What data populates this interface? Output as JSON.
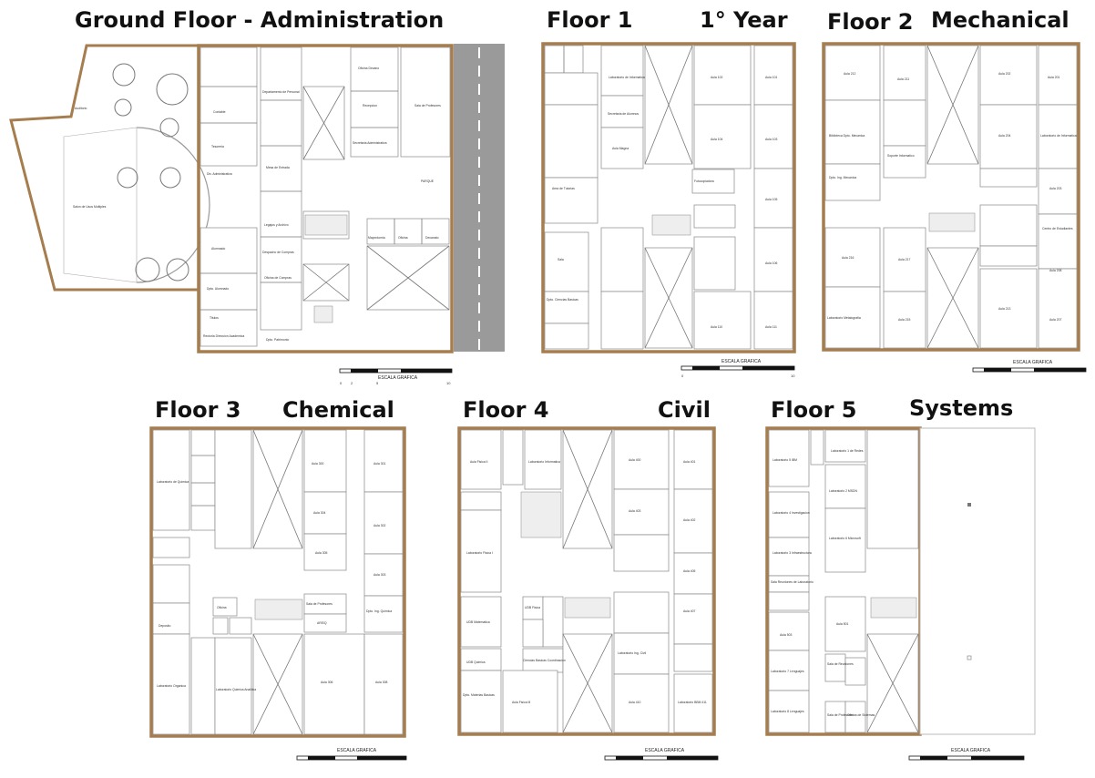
{
  "titles": {
    "ground": "Ground Floor  - Administration",
    "f1_floor": "Floor 1",
    "f1_year": "1° Year",
    "f2": "Floor 2",
    "f2_dept": "Mechanical",
    "f3": "Floor 3",
    "f3_dept": "Chemical",
    "f4": "Floor 4",
    "f4_dept": "Civil",
    "f5": "Floor 5",
    "f5_dept": "Systems"
  },
  "scale_label": "ESCALA GRAFICA",
  "scale_ticks": [
    "0",
    "2",
    "5",
    "10"
  ],
  "colors": {
    "wall": "#a57d4e",
    "road": "#9a9a9a",
    "title": "#111111"
  },
  "ground_rooms": [
    "Salon de Usos Multiples",
    "Auditorio",
    "Contable",
    "Tesoreria",
    "Div. Administrativa",
    "Alumnado",
    "Dpto. Alumnado",
    "Titulos",
    "Rectoria Direccion Academica",
    "Departamento de Personal",
    "Mesa de Entrada",
    "Legajos y Archivo",
    "Despacho de Compras",
    "Oficina de Compras",
    "Dpto. Patrimonio",
    "Oficina Decano",
    "Recepcion",
    "Secretaria Administrativa",
    "Sala de Profesores",
    "Mayordomia",
    "Oficina",
    "Decanato",
    "PARQUE"
  ],
  "f1_rooms": [
    "Laboratorio de Informatica",
    "Secretaria de Alumnos",
    "Aula Magna",
    "Area de Tutorias",
    "Sala",
    "Dpto. Ciencias Basicas",
    "Aula 102",
    "Aula 101",
    "Aula 104",
    "Aula 103",
    "Aula 105",
    "Aula 106",
    "Aula 110",
    "Aula 111",
    "Fotocopiadora"
  ],
  "f2_rooms": [
    "Aula 212",
    "Aula 211",
    "Aula 202",
    "Aula 201",
    "Biblioteca Dpto. Mecanica",
    "Soporte Informatico",
    "Aula 204",
    "Laboratorio de Informatica",
    "Dpto. Ing. Mecanica",
    "Aula 203",
    "Centro de Estudiantes",
    "Aula 216",
    "Aula 217",
    "Aula 208",
    "Aula 215",
    "Aula 213",
    "Aula 207",
    "Laboratorio Metalografia"
  ],
  "f3_rooms": [
    "Laboratorio de Quimica",
    "Aula 300",
    "Aula 301",
    "Aula 304",
    "Aula 302",
    "Aula 305",
    "Aula 303",
    "Sala de Profesores",
    "AREIQ",
    "Dpto. Ing. Quimica",
    "Laboratorio Organica",
    "Laboratorio Quimica Analitica",
    "Aula 306",
    "Aula 308",
    "Oficina",
    "Deposito"
  ],
  "f4_rooms": [
    "Aula Fisica II",
    "Laboratorio Informatica",
    "Aula 400",
    "Aula 401",
    "Laboratorio Fisica I",
    "Aula 403",
    "Aula 402",
    "Aula 405",
    "Aula 407",
    "UDB Matematica",
    "UDB Fisica",
    "UDB Quimica",
    "Ciencias Basicas Coordinacion",
    "Dpto. Materias Basicas",
    "Laboratorio Ing. Civil",
    "Aula 410",
    "Laboratorio BBM 411",
    "Aula Fisica III"
  ],
  "f5_rooms": [
    "Laboratorio 5 IBM",
    "Laboratorio 1 de Redes",
    "Laboratorio 2 MSDN",
    "Laboratorio 4 Investigacion",
    "Laboratorio 6 Microsoft",
    "Laboratorio 3 Infraestructura",
    "Sala Reuniones de Laboratorio",
    "Aula 503",
    "Aula 501",
    "Laboratorio 7 Lenguajes",
    "Sala de Reuniones",
    "Sala de Profesores",
    "Oficina de Sistemas",
    "Laboratorio 8 Lenguajes"
  ]
}
